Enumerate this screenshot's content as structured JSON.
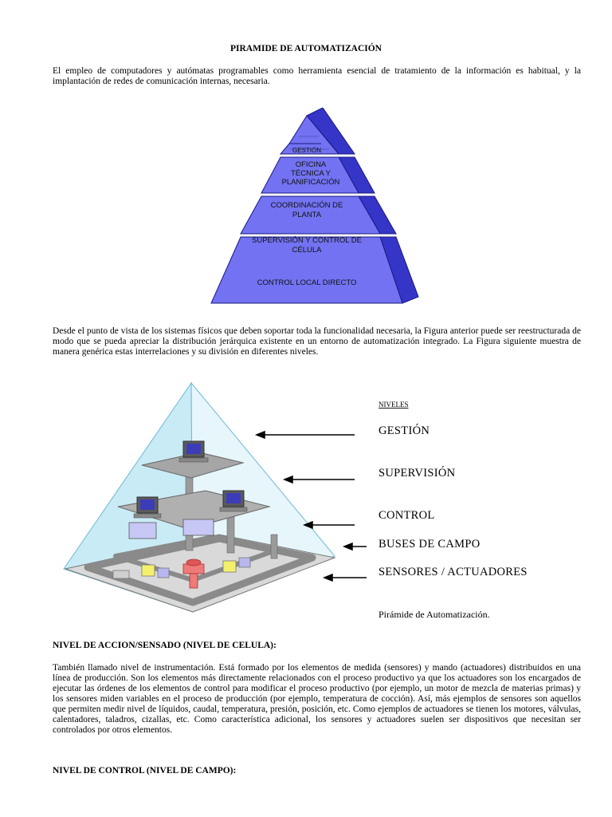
{
  "doc": {
    "title": "PIRAMIDE DE AUTOMATIZACIÓN",
    "intro": "El empleo de computadores y autómatas programables como herramienta esencial de tratamiento de la información es habitual, y la implantación de redes de comunicación internas, necesaria.",
    "para2": "Desde el punto de vista de los sistemas físicos que deben soportar toda la funcionalidad necesaria, la Figura anterior puede ser reestructurada de modo que se pueda apreciar la distribución jerárquica existente en un entorno de automatización integrado. La Figura siguiente muestra de manera genérica estas interrelaciones y su división en diferentes niveles.",
    "heading1": "NIVEL DE ACCION/SENSADO (NIVEL DE CELULA):",
    "para3": "También llamado nivel de instrumentación. Está formado por los elementos de medida (sensores) y mando (actuadores) distribuidos en una línea de producción. Son los elementos más directamente relacionados con el proceso productivo ya que los actuadores son los encargados de ejecutar las órdenes de los elementos de control para modificar el proceso productivo (por ejemplo, un motor de mezcla de materias primas) y los sensores miden variables en el proceso de producción (por ejemplo, temperatura de cocción). Así, más ejemplos de sensores son aquellos que permiten medir nivel de líquidos,  caudal, temperatura, presión, posición, etc. Como ejemplos de actuadores se tienen los motores, válvulas, calentadores, taladros, cizallas, etc. Como característica adicional, los sensores y actuadores suelen ser dispositivos que necesitan ser controlados por otros elementos.",
    "heading2": "NIVEL DE CONTROL (NIVEL DE CAMPO):"
  },
  "pyramid1": {
    "levels": [
      "GESTIÓN",
      "OFICINA TÉCNICA Y PLANIFICACIÓN",
      "COORDINACIÓN DE PLANTA",
      "SUPERVISIÓN Y CONTROL DE CÉLULA",
      "CONTROL LOCAL DIRECTO"
    ],
    "label_lines": {
      "gestion": "GESTIÓN",
      "oficina1": "OFICINA",
      "oficina2": "TÉCNICA Y",
      "oficina3": "PLANIFICACIÓN",
      "coord1": "COORDINACIÓN DE",
      "coord2": "PLANTA",
      "superv1": "SUPERVISIÓN Y CONTROL DE",
      "superv2": "CÉLULA",
      "control": "CONTROL LOCAL DIRECTO"
    },
    "colors": {
      "face": "#6b6bf0",
      "side": "#2a2ab8",
      "stroke": "#1a1a80"
    }
  },
  "pyramid2": {
    "niveles_label": "NIVELES",
    "levels": {
      "gestion": "GESTIÓN",
      "supervision": "SUPERVISIÓN",
      "control": "CONTROL",
      "buses": "BUSES DE CAMPO",
      "sensores": "SENSORES / ACTUADORES"
    },
    "caption": "Pirámide de Automatización.",
    "colors": {
      "glass": "#bfe6f3",
      "platform": "#9a9a9a"
    }
  }
}
